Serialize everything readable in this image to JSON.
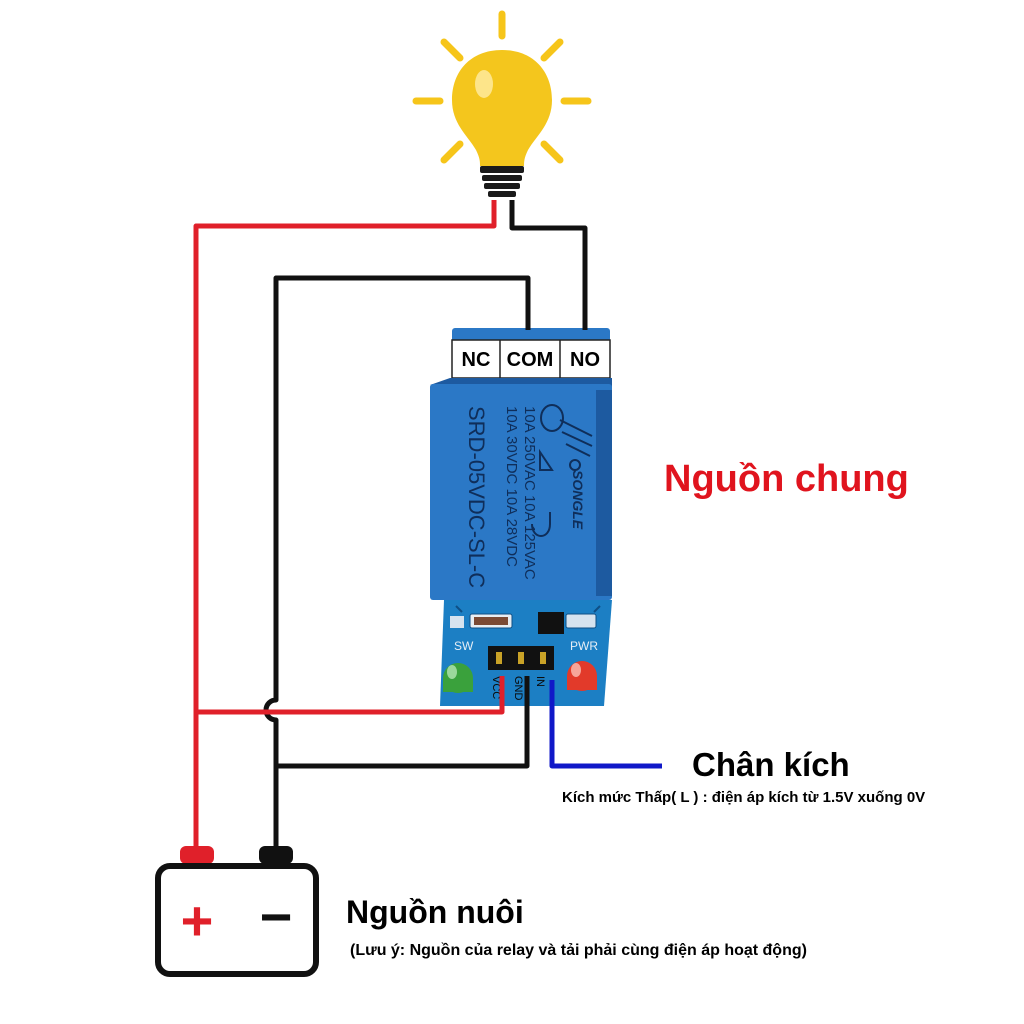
{
  "colors": {
    "positive_wire": "#e0202a",
    "negative_wire": "#111111",
    "signal_wire": "#1018c8",
    "bulb": "#f4c61d",
    "bulb_rays": "#f6c51a",
    "relay_blue": "#2b78c6",
    "relay_dark_blue": "#1d5aa0",
    "pcb_blue": "#1c7fc4",
    "heading_red": "#e0141e"
  },
  "relay": {
    "terminals": [
      "NC",
      "COM",
      "NO"
    ],
    "body_lines": [
      "10A 250VAC  10A 125VAC",
      "10A  30VDC  10A  28VDC",
      "SRD-05VDC-SL-C"
    ],
    "brand": "SONGLE",
    "board_labels": {
      "sw_led": "SW",
      "pwr_led": "PWR",
      "pin_vcc": "VCC",
      "pin_gnd": "GND",
      "pin_in": "IN"
    }
  },
  "battery": {
    "positive_symbol": "+",
    "negative_symbol": "−"
  },
  "labels": {
    "common_power": "Nguồn chung",
    "trigger_pin": "Chân kích",
    "trigger_note": "Kích mức Thấp( L ) : điện áp kích từ 1.5V xuống 0V",
    "supply": "Nguồn nuôi",
    "supply_note": "(Lưu ý: Nguồn của relay và tải phải cùng điện áp hoạt động)"
  }
}
